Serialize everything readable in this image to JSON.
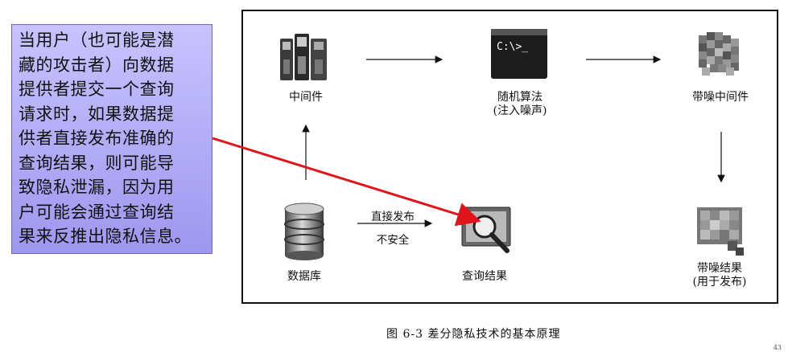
{
  "callout": {
    "lines": [
      "当用户（也可能是潜",
      "藏的攻击者）向数据",
      "提供者提交一个查询",
      "请求时，如果数据提",
      "供者直接发布准确的",
      "查询结果，则可能导",
      "致隐私泄漏，因为用",
      "户可能会通过查询结",
      "果来反推出隐私信息。"
    ]
  },
  "diagram": {
    "middleware": "中间件",
    "random_alg": "随机算法",
    "random_alg_sub": "(注入噪声)",
    "noisy_middleware": "带噪中间件",
    "database": "数据库",
    "query_result": "查询结果",
    "noisy_result": "带噪结果",
    "noisy_result_sub": "(用于发布)",
    "direct_publish": "直接发布",
    "unsafe": "不安全",
    "terminal_text": "C:\\>_"
  },
  "caption": "图 6-3   差分隐私技术的基本原理",
  "page_number": "43",
  "colors": {
    "callout_bg": "#b3adf7",
    "callout_arrow": "#e0141b"
  }
}
